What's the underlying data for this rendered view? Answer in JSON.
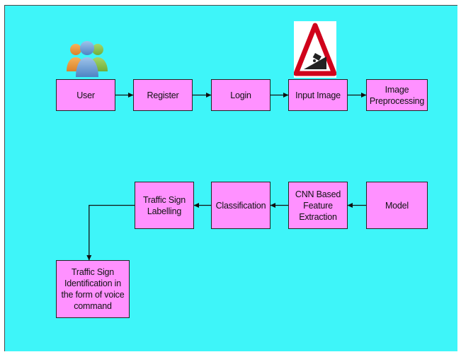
{
  "colors": {
    "background": "#3ef5f9",
    "box_fill": "#ff91ff",
    "box_border": "#222222",
    "connector": "#111111"
  },
  "nodes": {
    "user": "User",
    "register": "Register",
    "login": "Login",
    "input_image": "Input Image",
    "image_preprocessing": "Image\nPreprocessing",
    "model": "Model",
    "cnn_feature_extraction": "CNN Based\nFeature\nExtraction",
    "classification": "Classification",
    "traffic_sign_labelling": "Traffic Sign\nLabelling",
    "traffic_sign_identification": "Traffic Sign\nIdentification in\nthe form of voice\ncommand"
  },
  "icons": {
    "user_group": "users-group-icon",
    "traffic_sign": "steep-descent-warning-sign-icon"
  },
  "edges": [
    {
      "from": "user",
      "to": "register"
    },
    {
      "from": "register",
      "to": "login"
    },
    {
      "from": "login",
      "to": "input_image"
    },
    {
      "from": "input_image",
      "to": "image_preprocessing"
    },
    {
      "from": "model",
      "to": "cnn_feature_extraction"
    },
    {
      "from": "cnn_feature_extraction",
      "to": "classification"
    },
    {
      "from": "classification",
      "to": "traffic_sign_labelling"
    },
    {
      "from": "traffic_sign_labelling",
      "to": "traffic_sign_identification"
    }
  ]
}
